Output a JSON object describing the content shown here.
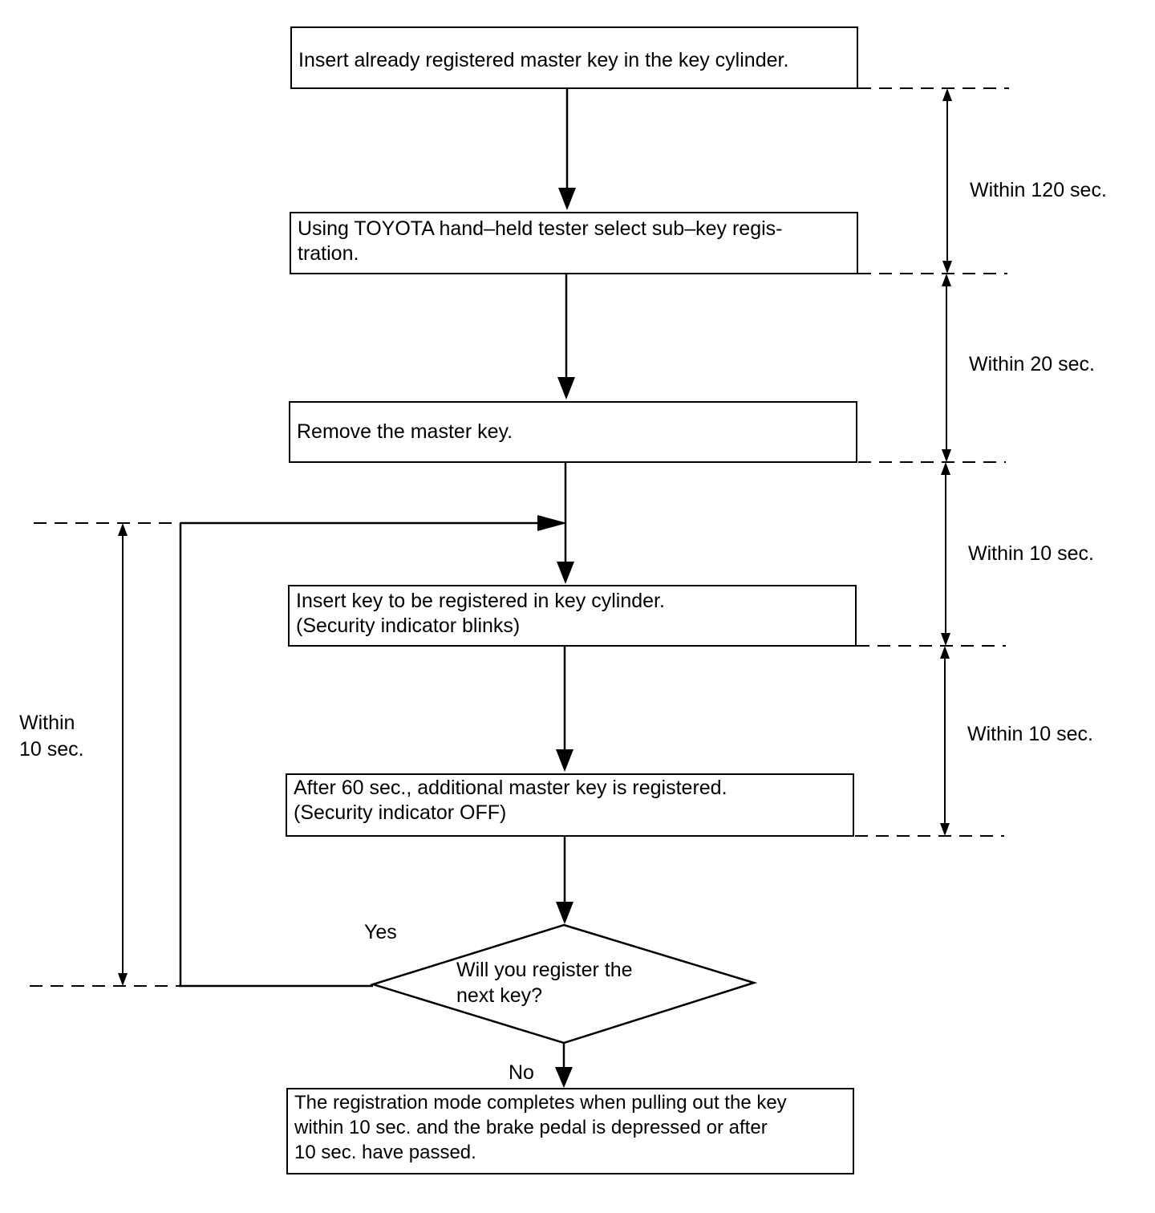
{
  "steps": {
    "insert_master_key": "Insert already registered master key in the key cylinder.",
    "select_sub_key_line1": "Using TOYOTA hand–held tester select sub–key regis-",
    "select_sub_key_line2": "tration.",
    "remove_master_key": "Remove the master key.",
    "insert_key_line1": "Insert key to be registered in key cylinder.",
    "insert_key_line2": "(Security indicator blinks)",
    "after_60_line1": "After 60 sec., additional master key is registered.",
    "after_60_line2": "(Security indicator OFF)",
    "completion_line1": "The registration mode completes when pulling out the key",
    "completion_line2": "within 10 sec. and the brake pedal is depressed or after",
    "completion_line3": "10 sec. have passed."
  },
  "decision": {
    "line1": "Will you register the",
    "line2": "next key?",
    "yes_label": "Yes",
    "no_label": "No"
  },
  "timings": {
    "within_120": "Within 120 sec.",
    "within_20": "Within 20 sec.",
    "within_10_a": "Within 10 sec.",
    "within_10_b": "Within 10 sec.",
    "left_line1": "Within",
    "left_line2": "10 sec."
  }
}
